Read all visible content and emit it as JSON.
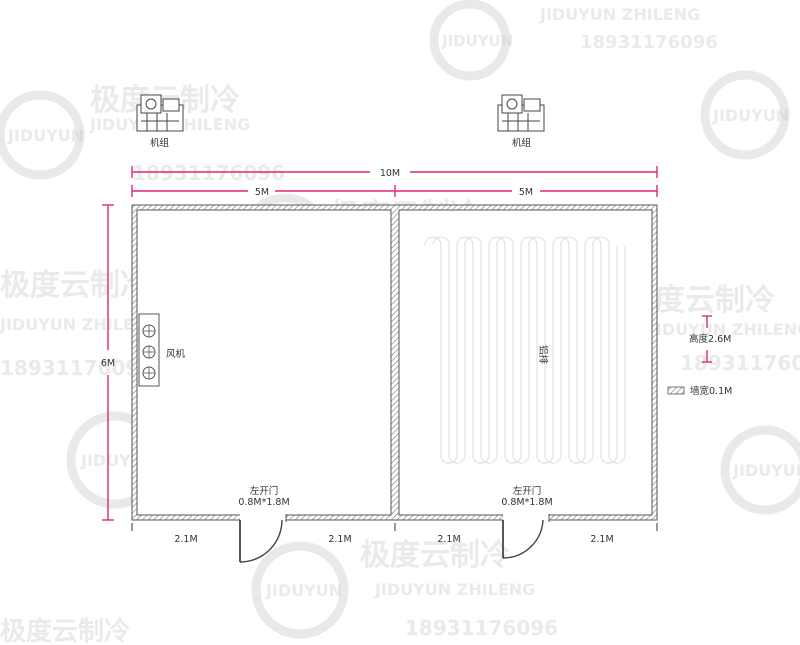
{
  "colors": {
    "dimension_line": "#e0277b",
    "wall": "#555555",
    "text": "#333333",
    "watermark": "#c9c9c9"
  },
  "units": {
    "left_unit_label": "机组",
    "right_unit_label": "机组"
  },
  "dimensions": {
    "total_width": "10M",
    "left_room_width": "5M",
    "right_room_width": "5M",
    "depth": "6M",
    "left_bottom_left_segment": "2.1M",
    "left_bottom_right_segment": "2.1M",
    "right_bottom_left_segment": "2.1M",
    "right_bottom_right_segment": "2.1M"
  },
  "rooms": {
    "left": {
      "fan_label": "风机",
      "door_label": "左开门",
      "door_size": "0.8M*1.8M"
    },
    "right": {
      "coil_label": "铝排",
      "door_label": "左开门",
      "door_size": "0.8M*1.8M"
    }
  },
  "legend": {
    "height_label": "高度2.6M",
    "wall_thickness_label": "墙宽0.1M"
  },
  "watermark": {
    "brand_cn": "极度云制冷",
    "brand_en": "JIDUYUN ZHILENG",
    "logo_text": "JIDUYUN",
    "phone": "18931176096"
  }
}
